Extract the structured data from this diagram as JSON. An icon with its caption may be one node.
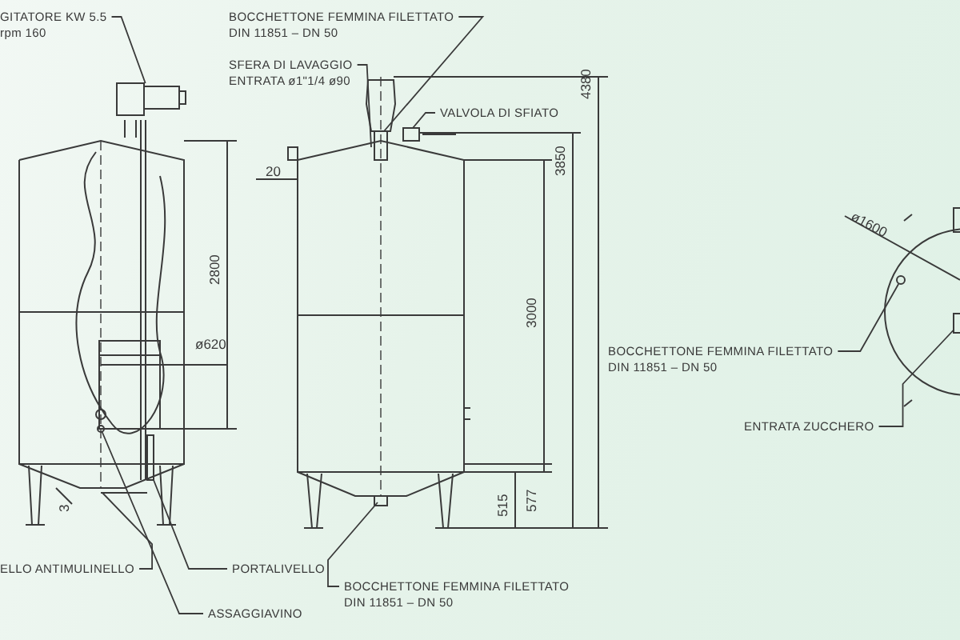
{
  "diagram": {
    "nodes": [
      {
        "text": [
          "GITATORE KW 5.5 rpm 160"
        ]
      },
      {
        "text": [
          "BOCCHETTONE FEMMINA FILETTATO DIN 11851 – DN 50"
        ]
      },
      {
        "text": [
          "SFERA DI LAVAGGIO ENTRATA ø1\"1/4 ø90"
        ]
      },
      {
        "text": [
          "VALVOLA DI SFIATO"
        ]
      },
      {
        "text": [
          "ELLO ANTIMULINELLO"
        ]
      },
      {
        "text": [
          "PORTALIVELLO"
        ]
      },
      {
        "text": [
          "ASSAGGIAVINO"
        ]
      },
      {
        "text": [
          "BOCCHETTONE FEMMINA FILETTATO DIN 11851 – DN 50"
        ]
      },
      {
        "text": [
          "BOCCHETTONE FEMMINA FILETTATO DIN 11851 – DN 50"
        ]
      },
      {
        "text": [
          "ENTRATA ZUCCHERO"
        ]
      },
      {
        "text": [],
        "shape": "picture"
      },
      {
        "text": [],
        "shape": "circle"
      },
      {
        "text": [],
        "shape": "circle"
      },
      {
        "text": [],
        "shape": "box"
      }
    ],
    "edges": [
      {
        "from": 0,
        "to": 10,
        "arrow": "none"
      },
      {
        "from": 1,
        "to": null,
        "arrow": "none"
      },
      {
        "from": 2,
        "to": null,
        "arrow": "none"
      },
      {
        "from": 3,
        "to": null,
        "arrow": "none"
      },
      {
        "from": 4,
        "to": null,
        "arrow": "none"
      },
      {
        "from": 5,
        "to": null,
        "arrow": "none"
      },
      {
        "from": 6,
        "to": 11,
        "arrow": "none"
      },
      {
        "from": 7,
        "to": null,
        "arrow": "none"
      },
      {
        "from": 8,
        "to": 12,
        "arrow": "none"
      },
      {
        "from": 9,
        "to": 13,
        "arrow": "none"
      }
    ],
    "labels": [
      "20",
      "2800",
      "ø620",
      "3",
      "3000",
      "3850",
      "4380",
      "515",
      "577",
      "ø1600"
    ]
  }
}
